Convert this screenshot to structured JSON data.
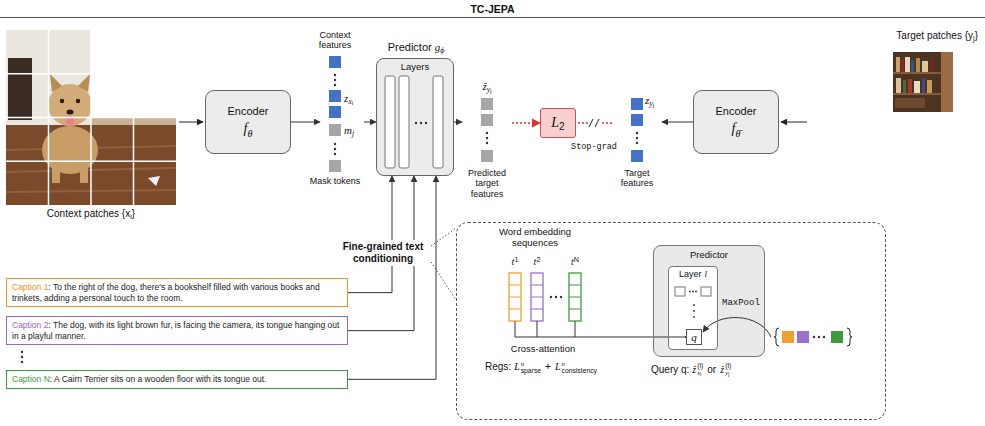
{
  "diagram": {
    "title": "TC-JEPA",
    "nodes": [
      {
        "text": [
          "Encoder",
          "f",
          "θ"
        ]
      },
      {
        "text": [
          "Context features",
          "z",
          "x",
          "i",
          "m",
          "j",
          "Mask tokens"
        ]
      },
      {
        "text": [
          "Predictor",
          "g",
          "ϕ",
          "Layers"
        ]
      },
      {
        "text": [
          "ẑ",
          "y",
          "j",
          "Predicted target features"
        ]
      },
      {
        "text": [
          "L",
          "2"
        ]
      },
      {
        "text": [
          "z",
          "y",
          "j",
          "Target features"
        ]
      },
      {
        "text": [
          "Encoder",
          "f",
          "θ̄"
        ]
      },
      {
        "text": [
          "Caption 1",
          ": To the right of the dog, there's a bookshelf filled with various books and trinkets, adding a personal touch to the room."
        ]
      },
      {
        "text": [
          "Caption 2",
          ": The dog, with its light brown fur, is facing the camera, its tongue hanging out in a playful manner."
        ]
      },
      {
        "text": [
          "Caption N",
          ": A Cairn Terrier sits on a wooden floor with its tongue out."
        ]
      },
      {
        "text": [
          "Word embedding sequences",
          "Cross-attention"
        ]
      },
      {
        "text": [
          "Predictor"
        ],
        "in": 10
      },
      {
        "text": [
          "Layer",
          "l"
        ],
        "in": 11
      },
      {
        "text": [
          "q"
        ],
        "in": 12
      }
    ],
    "edges": [
      {
        "from": 0,
        "to": 1,
        "arrow": "to"
      },
      {
        "from": 1,
        "to": 2,
        "arrow": "to"
      },
      {
        "from": 2,
        "to": 3,
        "arrow": "to"
      },
      {
        "from": 3,
        "to": 4,
        "arrow": "to"
      },
      {
        "from": 5,
        "to": 4,
        "label": "Stop-grad",
        "arrow": "none"
      },
      {
        "from": 6,
        "to": 5,
        "arrow": "to"
      },
      {
        "from": 7,
        "to": 2,
        "arrow": "to"
      },
      {
        "from": 8,
        "to": 2,
        "arrow": "to"
      },
      {
        "from": 9,
        "to": 2,
        "arrow": "to"
      }
    ],
    "labels": [
      "Context patches {x",
      "i",
      "}",
      "Target patches {y",
      "j",
      "}",
      "Fine-grained text conditioning",
      "t",
      "1",
      "t",
      "2",
      "t",
      "N",
      "Regs:",
      "L",
      "n",
      "sparse",
      "+",
      "L",
      "n",
      "consistency",
      "MaxPool",
      "Query q:",
      "ẑ",
      "(l)",
      "x",
      "i",
      "or",
      "ẑ",
      "(l)",
      "y",
      "j"
    ]
  }
}
